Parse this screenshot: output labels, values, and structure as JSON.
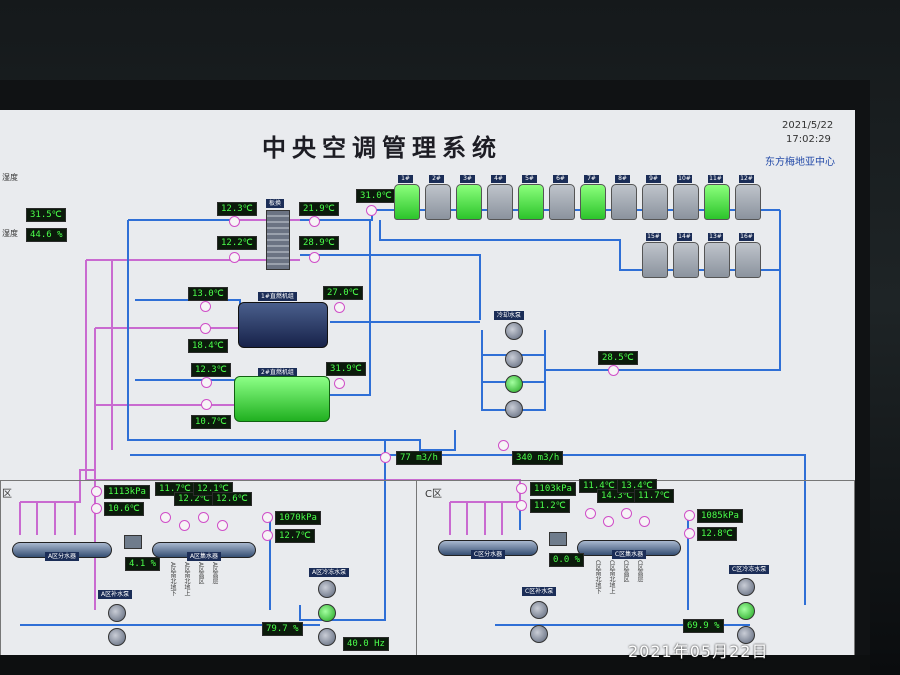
{
  "header": {
    "title": "中央空调管理系统",
    "date": "2021/5/22",
    "time": "17:02:29",
    "org": "东方梅地亚中心"
  },
  "side_labels": [
    "湿度",
    "湿度"
  ],
  "side_values": [
    "31.5℃",
    "44.6 %"
  ],
  "exchanger_label": "板换",
  "exchanger_values": [
    "12.3℃",
    "21.9℃",
    "12.2℃",
    "28.9℃"
  ],
  "tower_supply_temp": "31.0℃",
  "towers_row1": [
    "1#",
    "2#",
    "3#",
    "4#",
    "5#",
    "6#",
    "7#",
    "8#",
    "9#",
    "10#",
    "11#",
    "12#"
  ],
  "towers_row2": [
    "15#",
    "14#",
    "13#",
    "16#"
  ],
  "chiller1": {
    "label": "1#直燃机组",
    "in_temp": "13.0℃",
    "out_temp": "18.4℃",
    "cond_temp": "27.0℃"
  },
  "chiller2": {
    "label": "2#直燃机组",
    "in_temp": "12.3℃",
    "out_temp": "10.7℃",
    "cond_temp": "31.9℃"
  },
  "cooling_pump_label": "冷却水泵",
  "cooling_return_temp": "28.5℃",
  "flows": [
    "77 m3/h",
    "340 m3/h"
  ],
  "zoneA": {
    "title": "区",
    "pressure": "1113kPa",
    "temp": "10.6℃",
    "temps": [
      "11.7℃",
      "12.2℃",
      "12.1℃",
      "12.6℃"
    ],
    "return_pressure": "1070kPa",
    "return_temp": "12.7℃",
    "divider_label": "A区分水器",
    "collector_label": "A区集水器",
    "valve_pct": "4.1 %",
    "makeup_label": "A区补水泵",
    "cold_pump_label": "A区冷冻水泵",
    "pump_pct": "79.7 %",
    "freq": "40.0 Hz",
    "branches": [
      "A区南北地下",
      "A区南北地上",
      "A区高区",
      "A区高层"
    ]
  },
  "zoneC": {
    "title": "C区",
    "pressure": "1103kPa",
    "temp": "11.2℃",
    "temps": [
      "11.4℃",
      "14.3℃",
      "13.4℃",
      "11.7℃"
    ],
    "return_pressure": "1085kPa",
    "return_temp": "12.8℃",
    "divider_label": "C区分水器",
    "collector_label": "C区集水器",
    "valve_pct": "0.0 %",
    "makeup_label": "C区补水泵",
    "cold_pump_label": "C区冷冻水泵",
    "pump_pct": "69.9 %",
    "branches": [
      "C区南北地下",
      "C区南北地上",
      "C区高区",
      "C区高层"
    ]
  },
  "watermark": "2021年05月22日",
  "colors": {
    "cold_pipe": "#2f6fd6",
    "hot_pipe": "#c96ad0",
    "return_pipe": "#1a3d8e",
    "screen_bg": "#e9ebee"
  }
}
